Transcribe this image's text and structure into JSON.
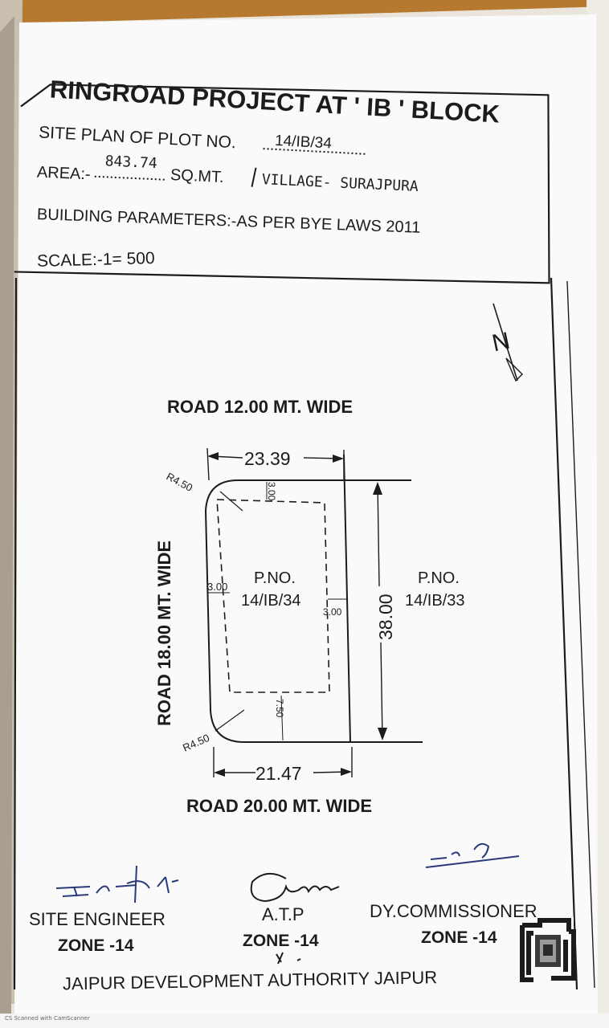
{
  "header": {
    "title": "RINGROAD PROJECT AT ' IB ' BLOCK",
    "site_plan_label": "SITE PLAN OF PLOT NO.",
    "plot_number": "14/IB/34",
    "area_label": "AREA:-",
    "area_value": "843.74",
    "area_unit": "SQ.MT.",
    "village": "VILLAGE- SURAJPURA",
    "building_parameters": "BUILDING PARAMETERS:-AS PER BYE LAWS 2011",
    "scale": "SCALE:-1= 500"
  },
  "plan": {
    "north_label": "N",
    "road_top": "ROAD 12.00 MT. WIDE",
    "road_left": "ROAD 18.00 MT. WIDE",
    "road_bottom": "ROAD 20.00 MT. WIDE",
    "top_width": "23.39",
    "bottom_width": "21.47",
    "depth": "38.00",
    "radius_top": "R4.50",
    "radius_bottom": "R4.50",
    "setback_top": "3.00",
    "setback_left": "3.00",
    "setback_right": "3.00",
    "setback_bottom": "7.50",
    "plot_label": "P.NO.",
    "plot_id": "14/IB/34",
    "adjacent_label": "P.NO.",
    "adjacent_id": "14/IB/33"
  },
  "signatures": {
    "site_engineer_title": "SITE ENGINEER",
    "site_engineer_zone": "ZONE -14",
    "atp_title": "A.T.P",
    "atp_zone": "ZONE -14",
    "commissioner_title": "DY.COMMISSIONER",
    "commissioner_zone": "ZONE -14"
  },
  "footer": {
    "authority": "JAIPUR DEVELOPMENT AUTHORITY JAIPUR",
    "scanner_mark": "CS Scanned with CamScanner"
  },
  "colors": {
    "paper": "#fafafa",
    "ink": "#1c1c1c"
  }
}
